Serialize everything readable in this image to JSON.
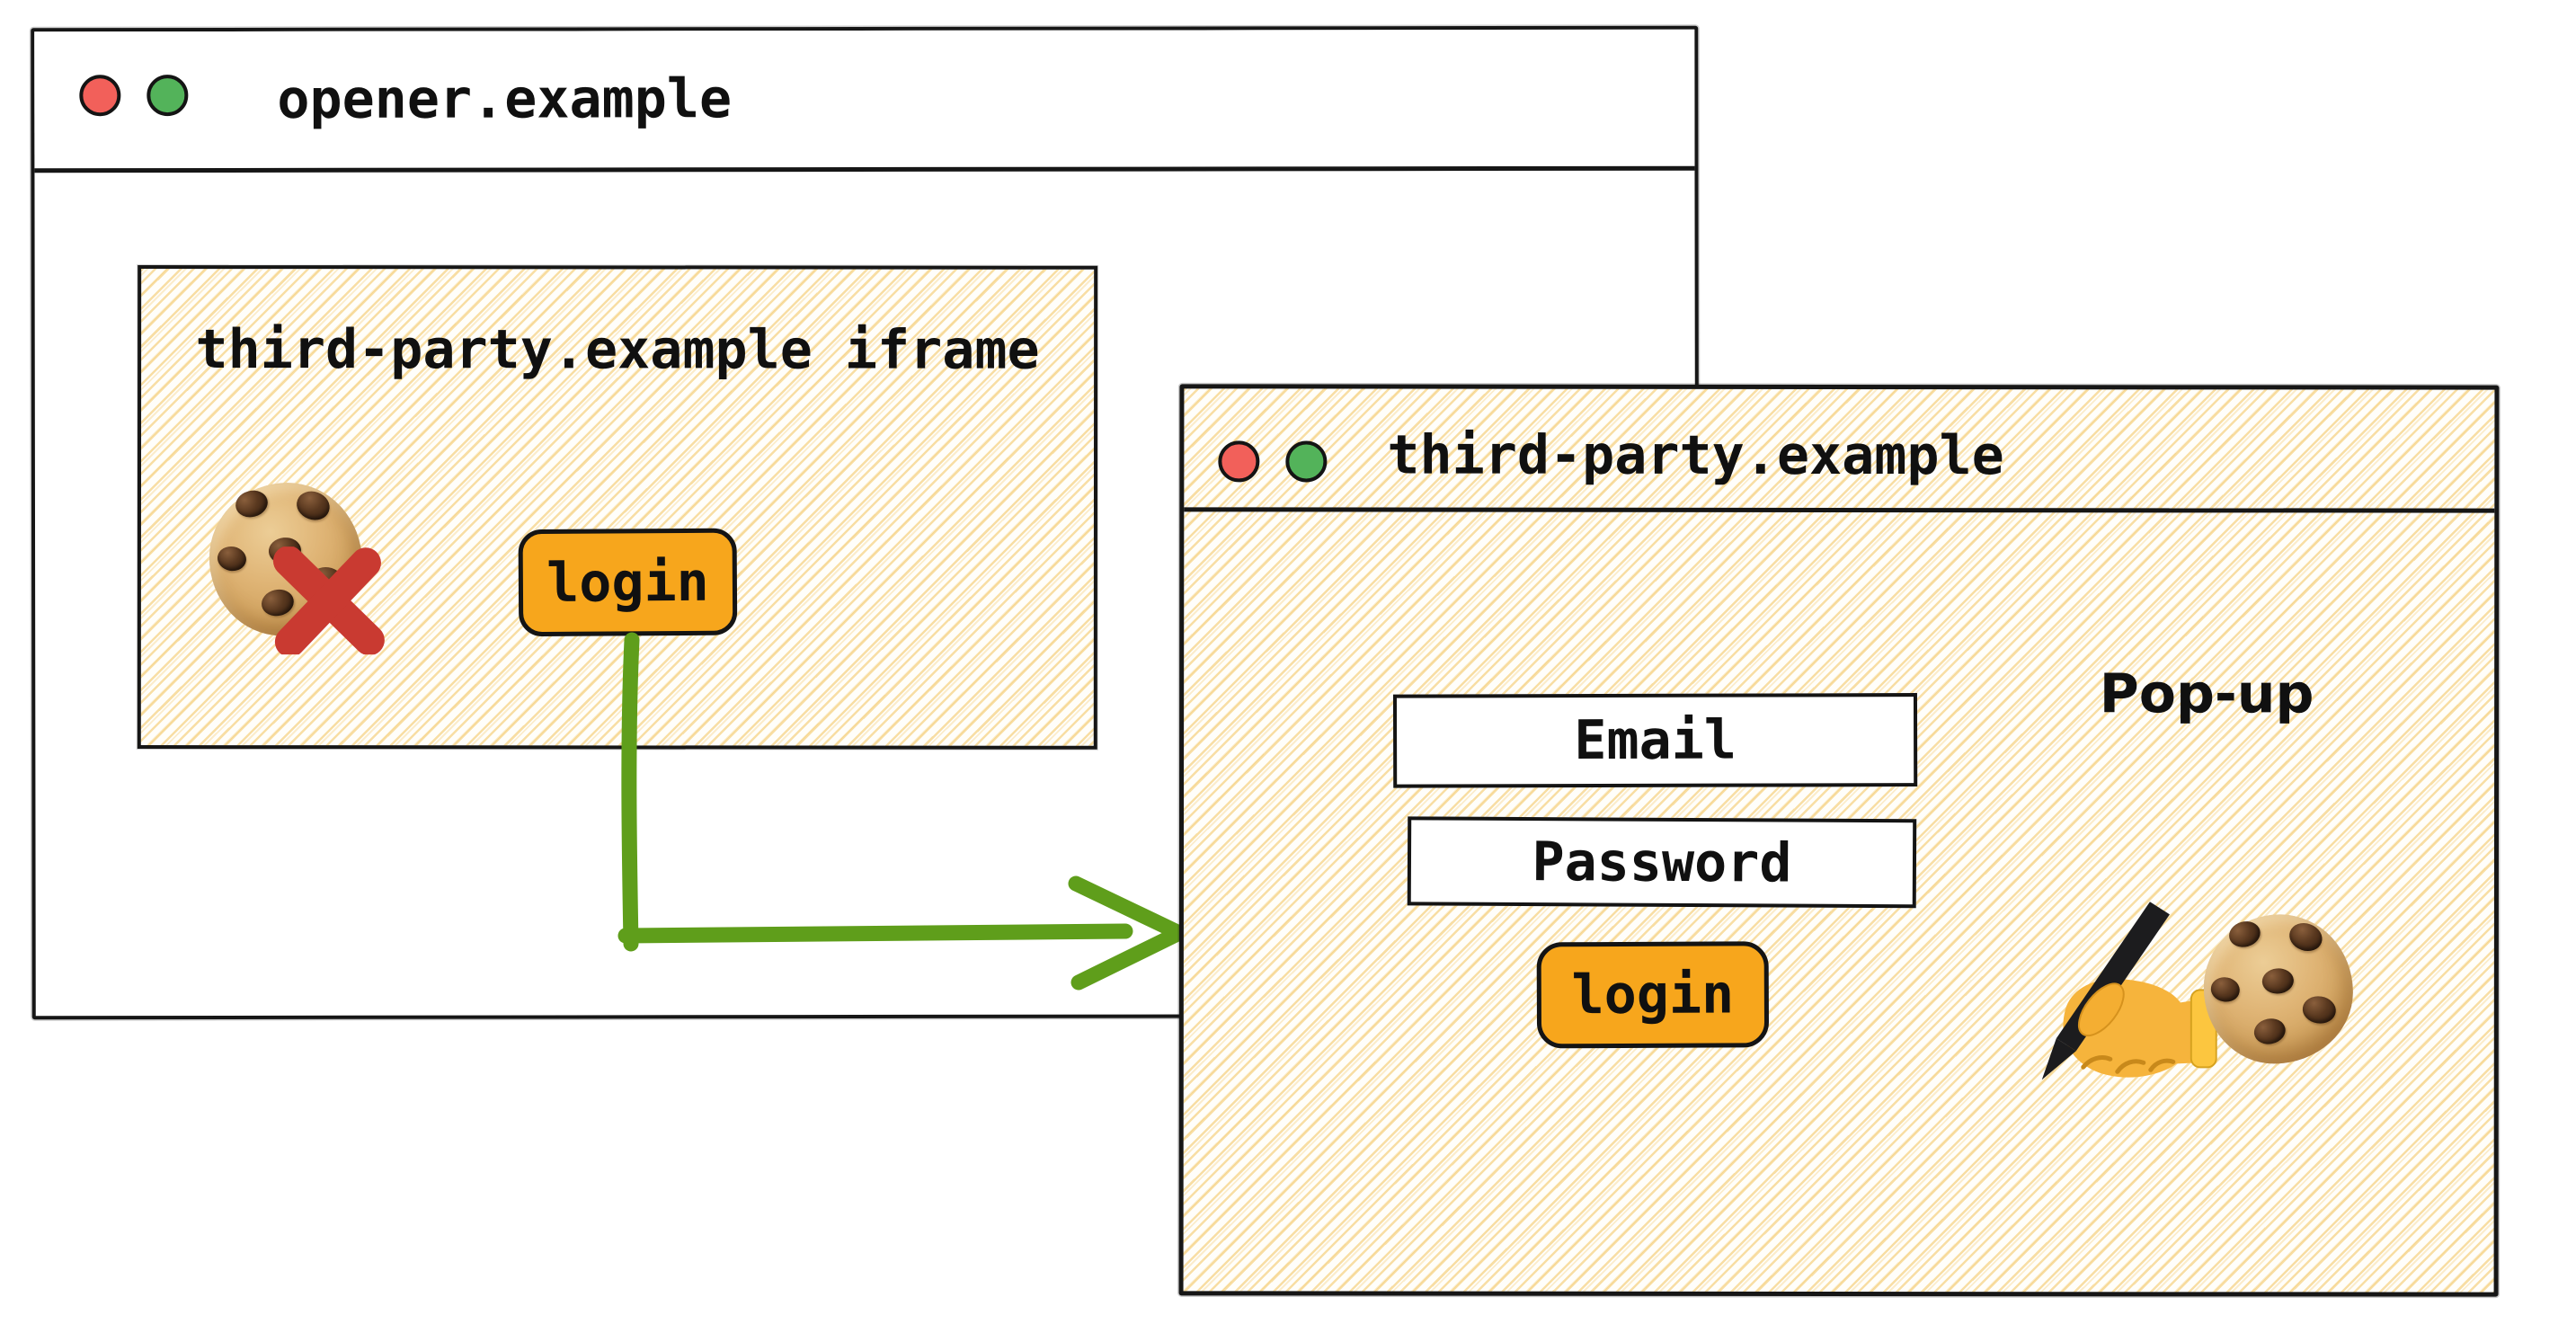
{
  "opener": {
    "title": "opener.example",
    "traffic_lights": [
      "close",
      "zoom"
    ],
    "iframe": {
      "title": "third-party.example iframe",
      "login_label": "login",
      "icons": [
        "cookie-icon",
        "blocked-x-icon"
      ]
    }
  },
  "popup": {
    "title": "third-party.example",
    "window_label": "Pop-up",
    "traffic_lights": [
      "close",
      "zoom"
    ],
    "email_label": "Email",
    "password_label": "Password",
    "login_label": "login",
    "icons": [
      "writing-hand-icon",
      "cookie-icon"
    ]
  },
  "arrow": {
    "meaning": "login click opens pop-up",
    "color": "#5f9e1b"
  },
  "colors": {
    "button_orange": "#f7a61c",
    "arrow_green": "#5f9e1b",
    "blocked_x_red": "#c93a31",
    "traffic_red": "#f2605a",
    "traffic_green": "#53b35a",
    "hatch_yellow": "#f3c45e",
    "ink": "#141414"
  }
}
